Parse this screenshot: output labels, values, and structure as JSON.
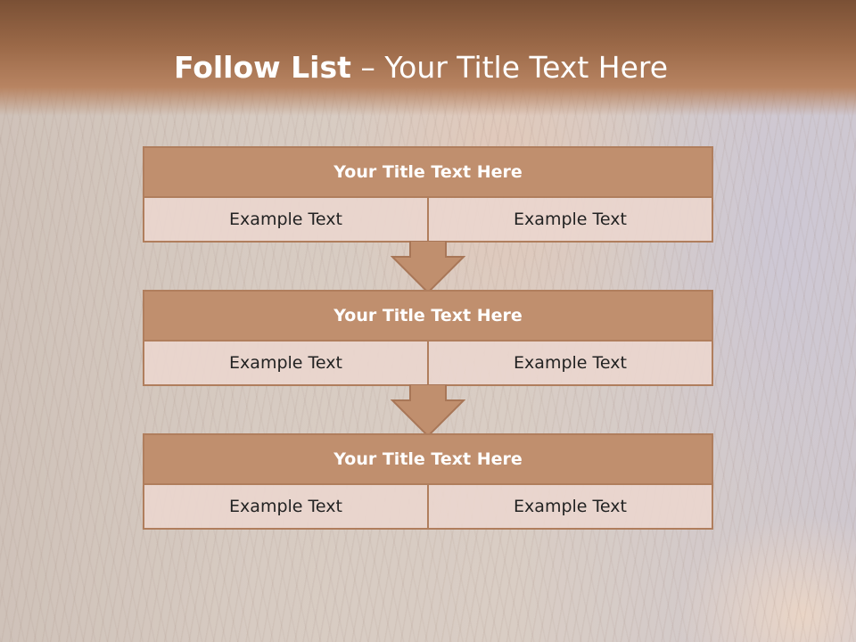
{
  "slide": {
    "title_bold": "Follow List",
    "title_rest": " – Your Title Text Here"
  },
  "steps": [
    {
      "title": "Your Title Text Here",
      "left": "Example Text",
      "right": "Example Text"
    },
    {
      "title": "Your Title Text Here",
      "left": "Example Text",
      "right": "Example Text"
    },
    {
      "title": "Your Title Text Here",
      "left": "Example Text",
      "right": "Example Text"
    }
  ],
  "colors": {
    "header_dark": "#7a5035",
    "box_head": "#c08f6e",
    "box_border": "#b07e5d",
    "cell_bg": "#ead6ce",
    "arrow_fill": "#c08f6e"
  }
}
